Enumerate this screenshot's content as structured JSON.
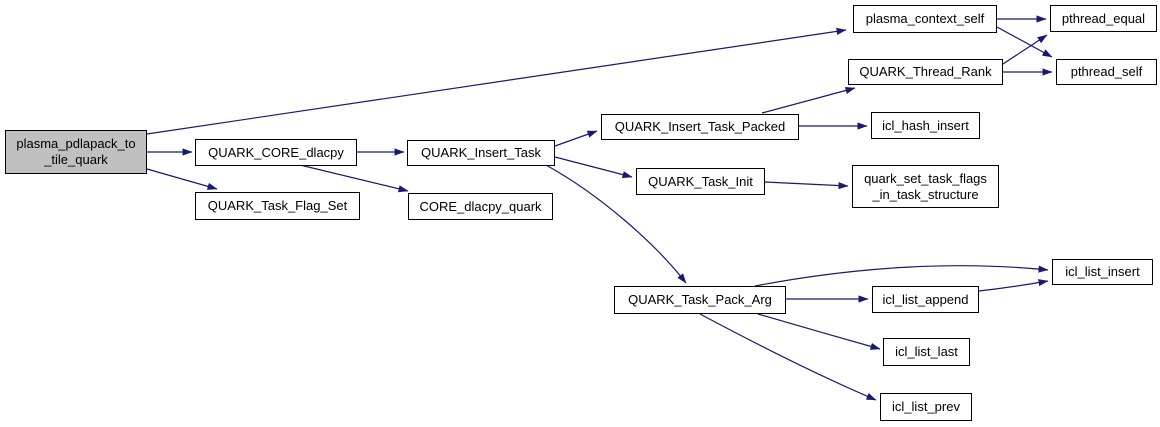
{
  "diagram": {
    "kind": "call-graph",
    "colors": {
      "background": "#ffffff",
      "edge": "#191970",
      "node_fill": "#ffffff",
      "root_node_fill": "#c0c0c0",
      "node_border": "#000000",
      "text": "#000000"
    },
    "nodes": {
      "root": {
        "label": "plasma_pdlapack_to\n_tile_quark"
      },
      "quark_core_dlacpy": {
        "label": "QUARK_CORE_dlacpy"
      },
      "quark_task_flag_set": {
        "label": "QUARK_Task_Flag_Set"
      },
      "quark_insert_task": {
        "label": "QUARK_Insert_Task"
      },
      "core_dlacpy_quark": {
        "label": "CORE_dlacpy_quark"
      },
      "quark_insert_task_packed": {
        "label": "QUARK_Insert_Task_Packed"
      },
      "quark_task_init": {
        "label": "QUARK_Task_Init"
      },
      "plasma_context_self": {
        "label": "plasma_context_self"
      },
      "pthread_equal": {
        "label": "pthread_equal"
      },
      "quark_thread_rank": {
        "label": "QUARK_Thread_Rank"
      },
      "pthread_self": {
        "label": "pthread_self"
      },
      "icl_hash_insert": {
        "label": "icl_hash_insert"
      },
      "quark_set_task_flags": {
        "label": "quark_set_task_flags\n_in_task_structure"
      },
      "quark_task_pack_arg": {
        "label": "QUARK_Task_Pack_Arg"
      },
      "icl_list_append": {
        "label": "icl_list_append"
      },
      "icl_list_insert": {
        "label": "icl_list_insert"
      },
      "icl_list_last": {
        "label": "icl_list_last"
      },
      "icl_list_prev": {
        "label": "icl_list_prev"
      }
    },
    "edges": [
      {
        "from": "plasma_pdlapack_to_tile_quark",
        "to": "plasma_context_self"
      },
      {
        "from": "plasma_pdlapack_to_tile_quark",
        "to": "QUARK_CORE_dlacpy"
      },
      {
        "from": "plasma_pdlapack_to_tile_quark",
        "to": "QUARK_Task_Flag_Set"
      },
      {
        "from": "QUARK_CORE_dlacpy",
        "to": "QUARK_Insert_Task"
      },
      {
        "from": "QUARK_CORE_dlacpy",
        "to": "CORE_dlacpy_quark"
      },
      {
        "from": "QUARK_Insert_Task",
        "to": "QUARK_Insert_Task_Packed"
      },
      {
        "from": "QUARK_Insert_Task",
        "to": "QUARK_Task_Init"
      },
      {
        "from": "QUARK_Insert_Task",
        "to": "QUARK_Task_Pack_Arg"
      },
      {
        "from": "QUARK_Insert_Task_Packed",
        "to": "QUARK_Thread_Rank"
      },
      {
        "from": "QUARK_Insert_Task_Packed",
        "to": "icl_hash_insert"
      },
      {
        "from": "QUARK_Task_Init",
        "to": "quark_set_task_flags_in_task_structure"
      },
      {
        "from": "plasma_context_self",
        "to": "pthread_equal"
      },
      {
        "from": "plasma_context_self",
        "to": "pthread_self"
      },
      {
        "from": "QUARK_Thread_Rank",
        "to": "pthread_equal"
      },
      {
        "from": "QUARK_Thread_Rank",
        "to": "pthread_self"
      },
      {
        "from": "QUARK_Task_Pack_Arg",
        "to": "icl_list_insert"
      },
      {
        "from": "QUARK_Task_Pack_Arg",
        "to": "icl_list_append"
      },
      {
        "from": "QUARK_Task_Pack_Arg",
        "to": "icl_list_last"
      },
      {
        "from": "QUARK_Task_Pack_Arg",
        "to": "icl_list_prev"
      },
      {
        "from": "icl_list_append",
        "to": "icl_list_insert"
      }
    ]
  }
}
